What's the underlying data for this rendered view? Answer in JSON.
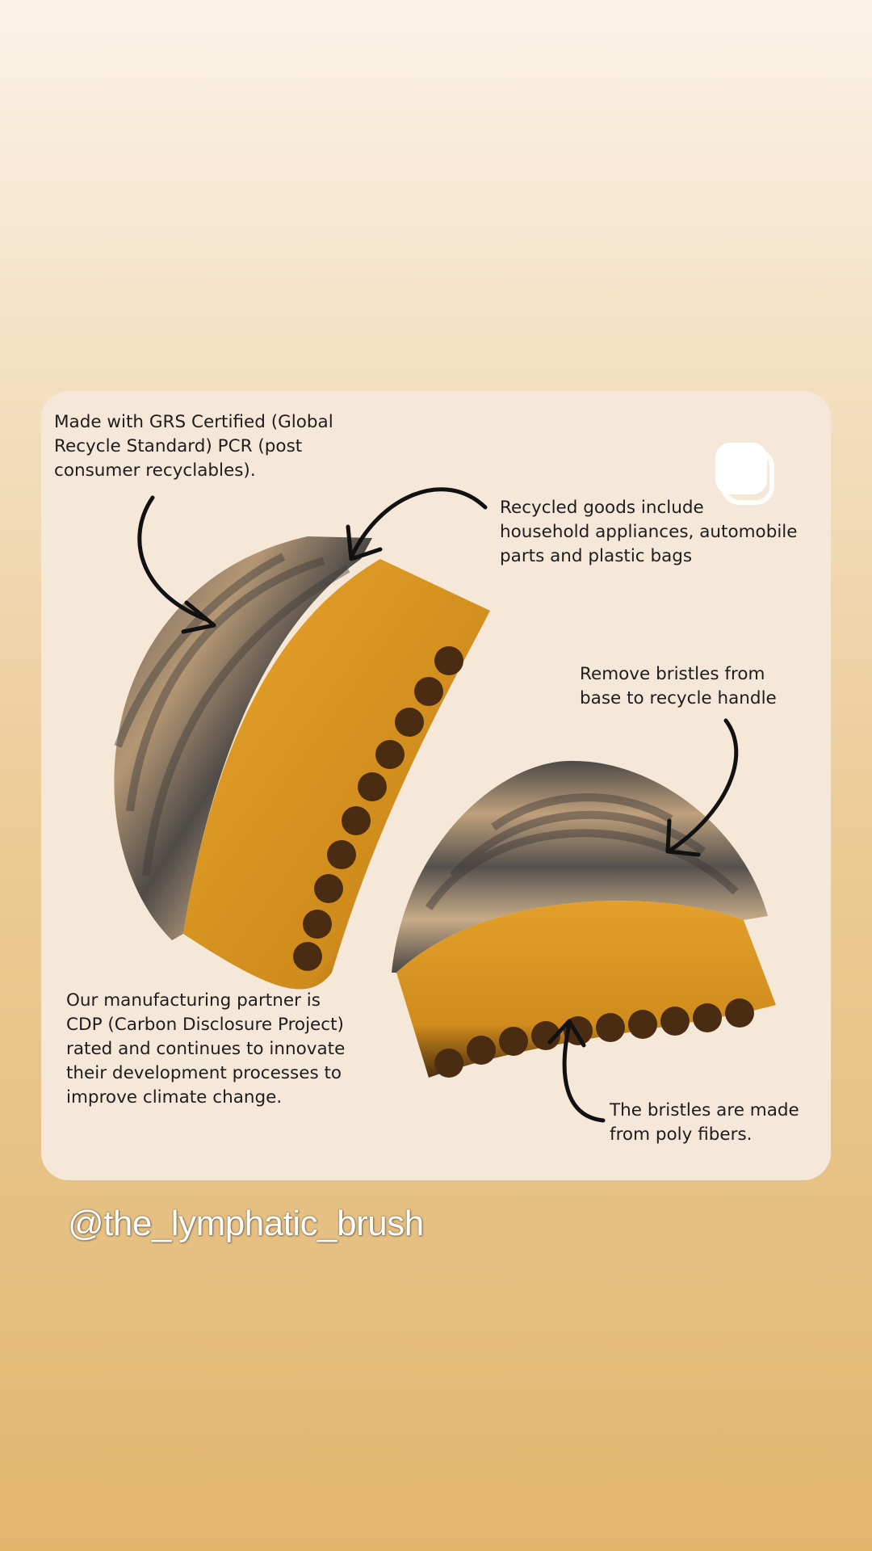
{
  "captions": {
    "grs": "Made with GRS Certified (Global\nRecycle Standard) PCR (post\nconsumer recyclables).",
    "recycled": "Recycled goods include\nhousehold appliances, automobile\nparts and plastic bags",
    "remove": "Remove bristles from\nbase to recycle handle",
    "cdp": "Our manufacturing partner is\nCDP (Carbon Disclosure Project)\nrated and continues to innovate\ntheir development processes to\nimprove climate change.",
    "fibers": "The bristles are made\nfrom poly fibers."
  },
  "story": {
    "handle": "@the_lymphatic_brush",
    "sticker_icon": "sticker-icon"
  },
  "colors": {
    "card": "#f6e8d9",
    "bristle": "#d9961f",
    "wood_dark": "#4a4745",
    "wood_light": "#b89a76"
  }
}
